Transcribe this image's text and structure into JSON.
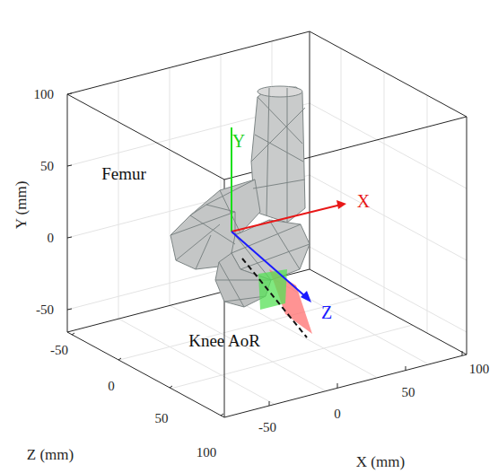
{
  "diagram": {
    "labels": [
      "100",
      "50",
      "0",
      "-50",
      "Y (mm)",
      "-50",
      "0",
      "50",
      "100",
      "Z (mm)",
      "-50",
      "0",
      "50",
      "100",
      "X (mm)",
      "Femur",
      "Y",
      "X",
      "Z",
      "Knee AoR"
    ]
  }
}
